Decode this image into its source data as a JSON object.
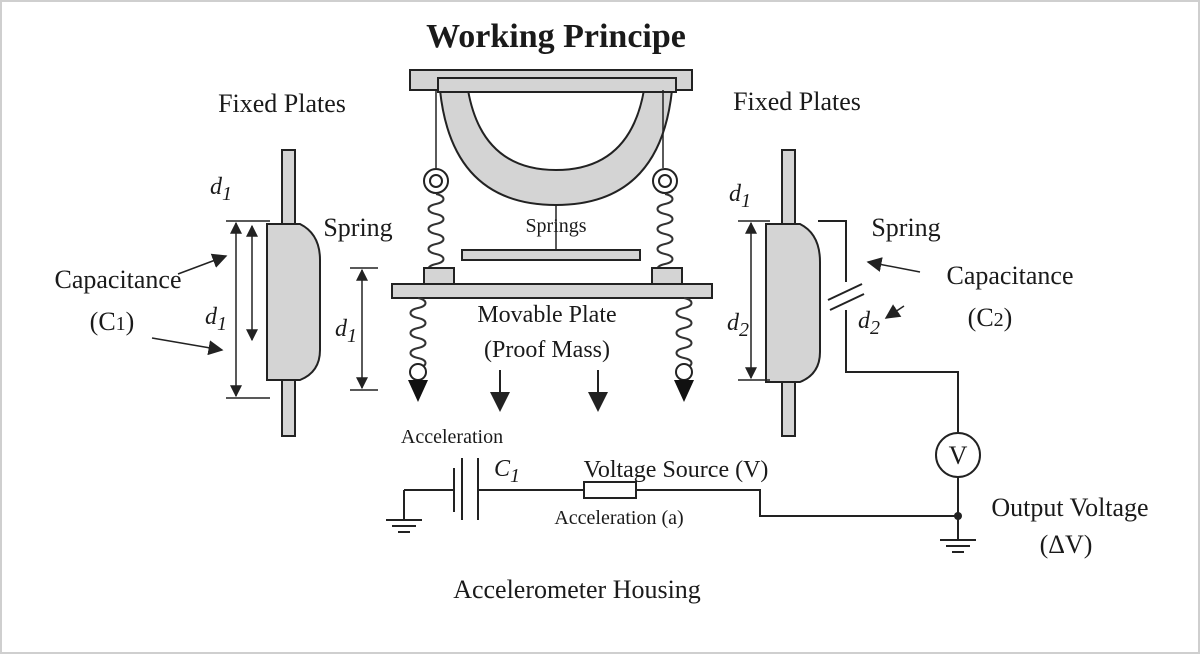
{
  "title": "Working Principe",
  "labels": {
    "fixed_plates_left": "Fixed Plates",
    "fixed_plates_right": "Fixed Plates",
    "spring_left": "Spring",
    "spring_right": "Spring",
    "springs_center": "Springs",
    "capacitance_left": "Capacitance",
    "c1_left": "(C",
    "c1_sub": "1",
    "c1_close": ")",
    "capacitance_right": "Capacitance",
    "c2_right": "(C",
    "c2_sub": "2",
    "c2_close": ")",
    "movable_plate": "Movable Plate",
    "proof_mass": "(Proof Mass)",
    "acceleration": "Acceleration",
    "cap_symbol": "C",
    "cap_symbol_sub": "1",
    "voltage_source": "Voltage Source (V)",
    "acceleration_a": "Acceleration (a)",
    "output_voltage": "Output Voltage",
    "delta_v": "(ΔV)",
    "voltmeter": "V",
    "housing": "Accelerometer Housing",
    "d": "d",
    "sub1": "1",
    "sub2": "2"
  },
  "colors": {
    "plate_fill": "#d4d4d4",
    "stroke": "#222222",
    "background": "#ffffff"
  }
}
